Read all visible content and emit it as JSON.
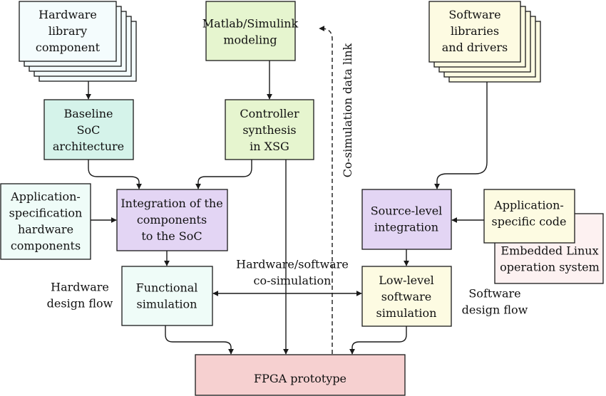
{
  "colors": {
    "stack_fill": "#f4fcfd",
    "matlab_fill": "#e6f5cf",
    "sw_lib_fill": "#fdfbe2",
    "baseline_fill": "#d5f3ea",
    "controller_fill": "#e6f5cf",
    "app_hw_fill": "#effcf8",
    "integration_fill": "#e3d5f4",
    "source_fill": "#e3d5f4",
    "app_code_fill": "#fdfbe2",
    "linux_fill": "#fdf1f1",
    "functional_fill": "#effcf8",
    "lowlevel_fill": "#fdfbe2",
    "fpga_fill": "#f6d0d0",
    "line": "#1a1a1a"
  },
  "nodes": {
    "hw_library": [
      "Hardware",
      "library",
      "component"
    ],
    "matlab": [
      "Matlab/Simulink",
      "modeling"
    ],
    "sw_libraries": [
      "Software",
      "libraries",
      "and drivers"
    ],
    "baseline": [
      "Baseline",
      "SoC",
      "architecture"
    ],
    "controller": [
      "Controller",
      "synthesis",
      "in XSG"
    ],
    "app_spec_hw": [
      "Application-",
      "specification",
      "hardware",
      "components"
    ],
    "integration": [
      "Integration of the",
      "components",
      "to the SoC"
    ],
    "source_level": [
      "Source-level",
      "integration"
    ],
    "app_specific": [
      "Application-",
      "specific code"
    ],
    "embedded_linux": [
      "Embedded Linux",
      "operation system"
    ],
    "functional": [
      "Functional",
      "simulation"
    ],
    "low_level": [
      "Low-level",
      "software",
      "simulation"
    ],
    "fpga": [
      "FPGA prototype"
    ]
  },
  "labels": {
    "cosim_link": "Co-simulation data link",
    "hw_sw_cosim": [
      "Hardware/software",
      "co-simulation"
    ],
    "hw_flow": [
      "Hardware",
      "design flow"
    ],
    "sw_flow": [
      "Software",
      "design flow"
    ]
  }
}
